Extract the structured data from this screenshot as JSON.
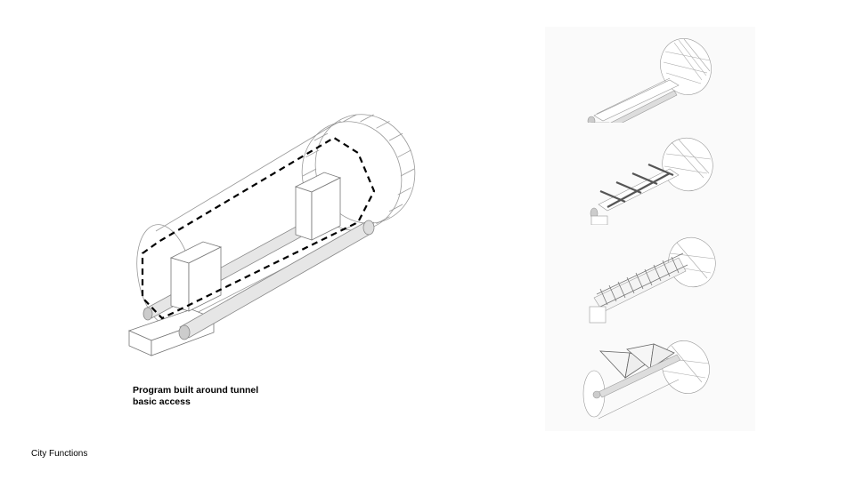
{
  "caption": {
    "line1": "Program built around tunnel",
    "line2": "basic access"
  },
  "footer": {
    "label": "City Functions"
  },
  "thumbnails": [
    {
      "stage": "basic-access"
    },
    {
      "stage": "bridge-beams"
    },
    {
      "stage": "dense-program"
    },
    {
      "stage": "canopy-structures"
    }
  ]
}
